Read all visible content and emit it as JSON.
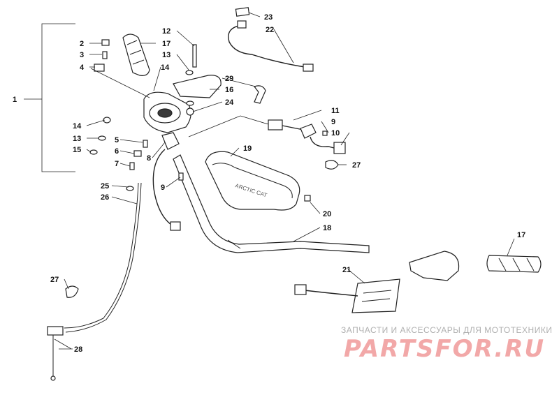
{
  "callouts": {
    "c1": "1",
    "c2": "2",
    "c3": "3",
    "c4": "4",
    "c5": "5",
    "c6": "6",
    "c7": "7",
    "c8": "8",
    "c9a": "9",
    "c9b": "9",
    "c10": "10",
    "c11": "11",
    "c12": "12",
    "c13a": "13",
    "c13b": "13",
    "c14a": "14",
    "c14b": "14",
    "c15": "15",
    "c16": "16",
    "c17a": "17",
    "c17b": "17",
    "c18": "18",
    "c19": "19",
    "c20": "20",
    "c21": "21",
    "c22": "22",
    "c23": "23",
    "c24": "24",
    "c25": "25",
    "c26": "26",
    "c27a": "27",
    "c27b": "27",
    "c28": "28",
    "c29": "29"
  },
  "watermark": {
    "tagline": "ЗАПЧАСТИ И АКСЕССУАРЫ ДЛЯ МОТОТЕХНИКИ",
    "logo": "PARTSFOR.RU"
  }
}
